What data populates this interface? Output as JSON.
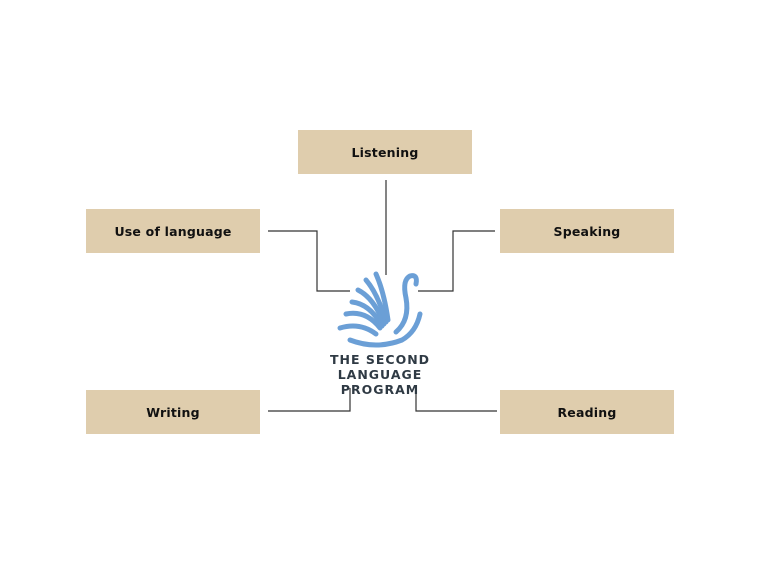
{
  "colors": {
    "node_fill": "#dfcdad",
    "node_text": "#111111",
    "connector": "#333333",
    "logo_blue": "#6b9fd6",
    "logo_text": "#2f3a44",
    "background": "#ffffff"
  },
  "center": {
    "logo_icon": "swan-icon",
    "line1": "THE SECOND",
    "line2": "LANGUAGE PROGRAM"
  },
  "nodes": {
    "listening": "Listening",
    "use_of_language": "Use of language",
    "speaking": "Speaking",
    "writing": "Writing",
    "reading": "Reading"
  }
}
